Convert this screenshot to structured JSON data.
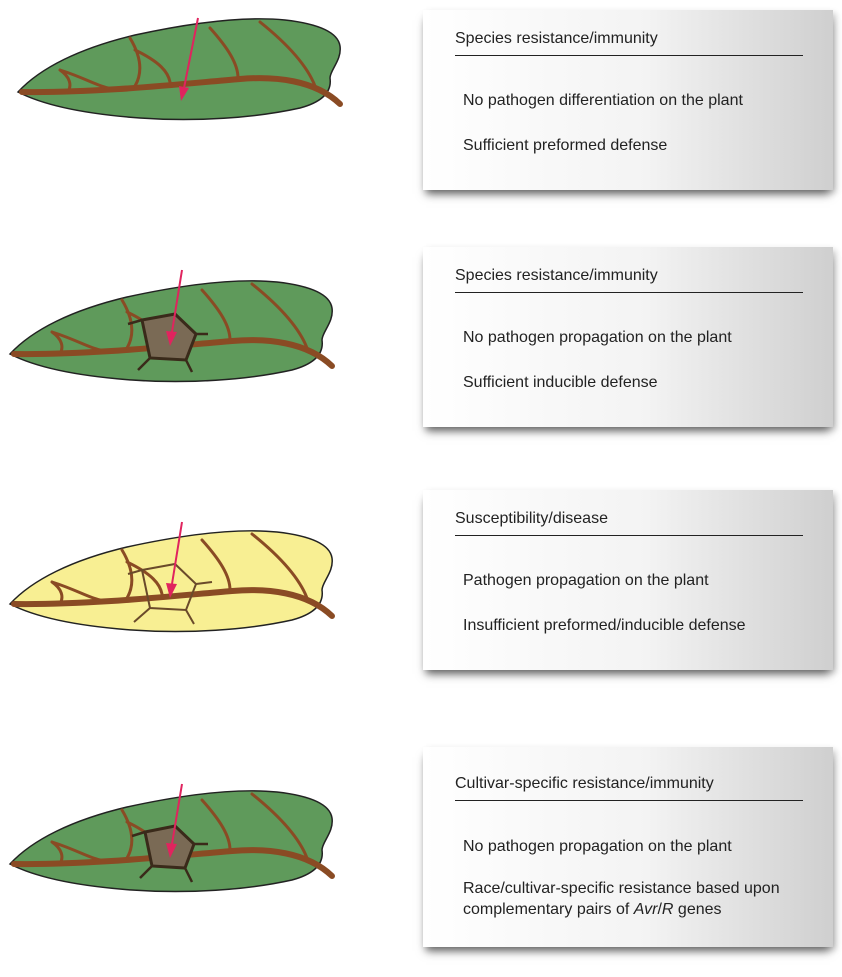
{
  "panels": [
    {
      "title": "Species resistance/immunity",
      "items": [
        "No pathogen differentiation on the plant",
        "Sufficient preformed defense"
      ]
    },
    {
      "title": "Species resistance/immunity",
      "items": [
        "No pathogen propagation on the plant",
        "Sufficient inducible defense"
      ]
    },
    {
      "title": "Susceptibility/disease",
      "items": [
        "Pathogen propagation on the plant",
        "Insufficient preformed/inducible defense"
      ]
    },
    {
      "title": "Cultivar-specific resistance/immunity",
      "items": [
        "No pathogen propagation on the plant"
      ],
      "multi_item": {
        "line1": "Race/cultivar-specific resistance based upon",
        "line2_before": "complementary pairs of ",
        "avr": "Avr",
        "slash": "/",
        "r": "R",
        "line2_after": " genes"
      }
    }
  ],
  "colors": {
    "leaf_green": "#5f9a5b",
    "leaf_yellow": "#f8ef93",
    "vein": "#8a4b24",
    "arrow": "#e0245e",
    "lesion": "#7a6a55"
  }
}
